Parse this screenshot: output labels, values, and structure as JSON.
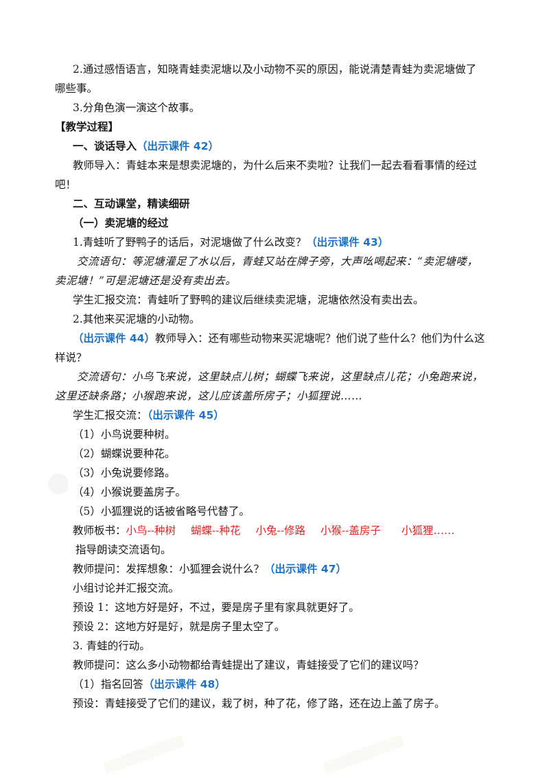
{
  "objectives": {
    "item2_line1": "2.通过感悟语言，知晓青蛙卖泥塘以及小动物不买的原因，能说清楚青蛙为卖泥塘做了",
    "item2_line2": "哪些事。",
    "item3": "3.分角色演一演这个故事。"
  },
  "process": {
    "heading": "【教学过程】",
    "s1_title": "一、谈话导入",
    "s1_cite": "（出示课件 42）",
    "s1_p_line1": "教师导入：青蛙本来是想卖泥塘的，为什么后来不卖啦？让我们一起去看看事情的经过",
    "s1_p_line2": "吧！",
    "s2_title": "二、互动课堂，精读细研",
    "sub1_title": "（一）卖泥塘的经过",
    "q1_text": "1.青蛙听了野鸭子的话后，对泥塘做了什么改变？",
    "q1_cite": "（出示课件 43）",
    "ex1_line1": "交流语句：等泥塘灌足了水以后，青蛙又站在牌子旁，大声吆喝起来：“卖泥塘喽，",
    "ex1_line2": "卖泥塘！”可是泥塘还是没有卖出去。",
    "report1": "学生汇报交流：青蛙听了野鸭的建议后继续卖泥塘，泥塘依然没有卖出去。",
    "q2": "2.其他来买泥塘的小动物。",
    "q2_cite": "（出示课件 44）",
    "q2_intro_line1": "教师导入：还有哪些动物来买泥塘呢？他们说了些什么？他们为什么这",
    "q2_intro_line2": "样说？",
    "ex2_line1": "交流语句：小鸟飞来说，这里缺点儿树；蝴蝶飞来说，这里缺点儿花；小兔跑来说，",
    "ex2_line2": "这里还缺条路；小猴跑来说，这儿应该盖所房子；小狐狸说……",
    "report2_text": "学生汇报交流：",
    "report2_cite": "（出示课件 45）",
    "list": [
      "（1）小鸟说要种树。",
      "（2）蝴蝶说要种花。",
      "（3）小兔说要修路。",
      "（4）小猴说要盖房子。",
      "（5）小狐狸说的话被省略号代替了。"
    ],
    "board_label": "教师板书：",
    "board_items": [
      "小鸟--种树",
      "蝴蝶--种花",
      "小兔--修路",
      "小猴--盖房子",
      "小狐狸……"
    ],
    "guide": "指导朗读交流语句。",
    "ask1_text": "教师提问：发挥想象：小狐狸会说什么？",
    "ask1_cite": "（出示课件 47）",
    "group": "小组讨论并汇报交流。",
    "pre1": "预设 1：这地方好是好，不过，要是房子里有家具就更好了。",
    "pre2": "预设 2：这地方好是好，就是房子里太空了。",
    "q3": "3. 青蛙的行动。",
    "ask2": "教师提问：这么多小动物都给青蛙提出了建议，青蛙接受了它们的建议吗？",
    "ans1_text": "（1）指名回答",
    "ans1_cite": "（出示课件 48）",
    "pre3": "预设：青蛙接受了它们的建议，栽了树，种了花，修了路，还在边上盖了房子。"
  }
}
